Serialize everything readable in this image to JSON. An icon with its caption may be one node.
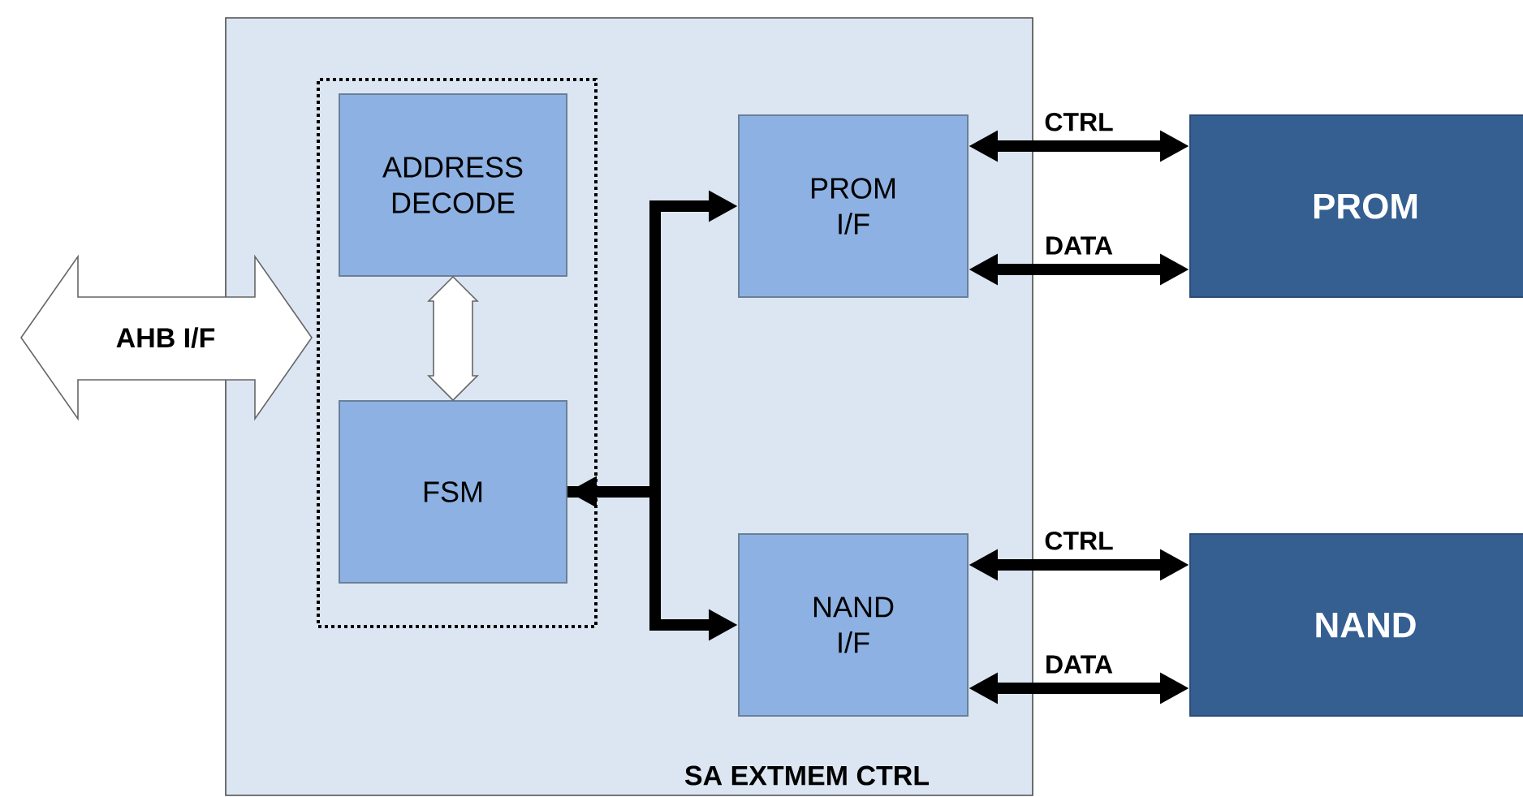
{
  "diagram": {
    "nodes": [
      {
        "text": [
          "AHB I/F"
        ]
      },
      {
        "text": [
          "SA EXTMEM CTRL"
        ]
      },
      {
        "text": [],
        "shape": "box",
        "in": 1
      },
      {
        "text": [
          "ADDRESS DECODE"
        ],
        "in": 2
      },
      {
        "text": [
          "FSM"
        ],
        "in": 2
      },
      {
        "text": [
          "PROM I/F"
        ],
        "in": 1
      },
      {
        "text": [
          "NAND I/F"
        ],
        "in": 1
      },
      {
        "text": [
          "PROM"
        ]
      },
      {
        "text": [
          "NAND"
        ]
      }
    ],
    "edges": [
      {
        "from": 3,
        "to": 4,
        "arrow": "both"
      },
      {
        "from": 4,
        "to": 5,
        "arrow": "both"
      },
      {
        "from": 4,
        "to": 6,
        "arrow": "to"
      },
      {
        "from": 5,
        "to": 7,
        "arrow": "both",
        "label": "CTRL"
      },
      {
        "from": 5,
        "to": 7,
        "arrow": "both",
        "label": "DATA"
      },
      {
        "from": 6,
        "to": 8,
        "arrow": "both",
        "label": "CTRL"
      },
      {
        "from": 6,
        "to": 8,
        "arrow": "both",
        "label": "DATA"
      }
    ]
  }
}
